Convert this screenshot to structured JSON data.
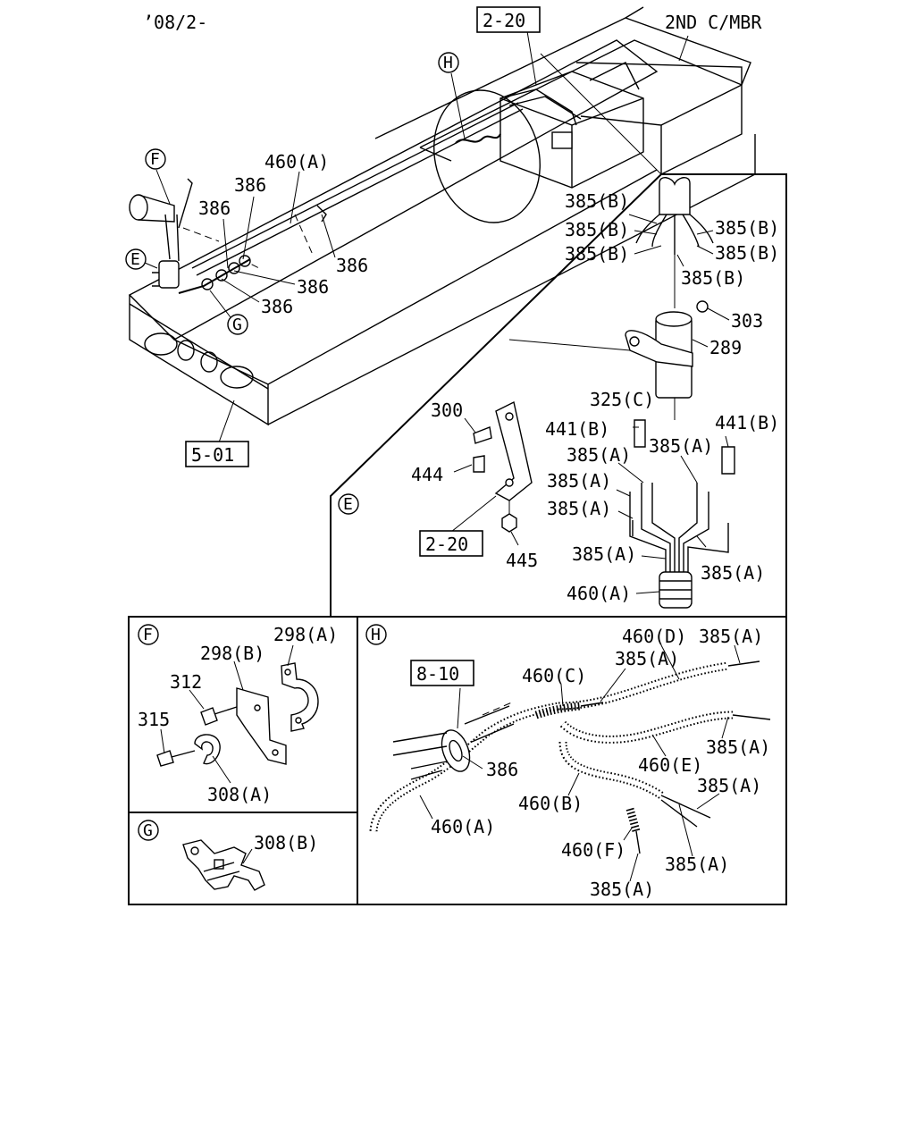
{
  "header": {
    "date_code": "’08/2-",
    "member_label": "2ND C/MBR"
  },
  "refs": {
    "ref_2_20_top": "2-20",
    "ref_5_01": "5-01",
    "ref_2_20_mid": "2-20",
    "ref_8_10": "8-10"
  },
  "view_markers": {
    "E_main": "E",
    "F_main": "F",
    "G_main": "G",
    "H_main": "H",
    "E_detail": "E",
    "F_detail": "F",
    "G_detail": "G",
    "H_detail": "H"
  },
  "main_view": {
    "p460A": "460(A)",
    "p386_a": "386",
    "p386_b": "386",
    "p386_c": "386",
    "p386_d": "386",
    "p386_e": "386"
  },
  "detail_E": {
    "p385B_1": "385(B)",
    "p385B_2": "385(B)",
    "p385B_3": "385(B)",
    "p385B_4": "385(B)",
    "p385B_5": "385(B)",
    "p385B_6": "385(B)",
    "p303": "303",
    "p289": "289",
    "p325C": "325(C)",
    "p300": "300",
    "p441B_left": "441(B)",
    "p441B_right": "441(B)",
    "p385A_1": "385(A)",
    "p385A_2": "385(A)",
    "p444": "444",
    "p385A_3": "385(A)",
    "p385A_4": "385(A)",
    "p445": "445",
    "p385A_5": "385(A)",
    "p385A_6": "385(A)",
    "p460A": "460(A)"
  },
  "detail_F": {
    "p298A": "298(A)",
    "p298B": "298(B)",
    "p312": "312",
    "p315": "315",
    "p308A": "308(A)"
  },
  "detail_G": {
    "p308B": "308(B)"
  },
  "detail_H": {
    "p460D": "460(D)",
    "p385A_1": "385(A)",
    "p460C": "460(C)",
    "p385A_2": "385(A)",
    "p385A_3": "385(A)",
    "p386": "386",
    "p460E": "460(E)",
    "p385A_4": "385(A)",
    "p460B": "460(B)",
    "p460A": "460(A)",
    "p460F": "460(F)",
    "p385A_5": "385(A)",
    "p385A_6": "385(A)"
  }
}
